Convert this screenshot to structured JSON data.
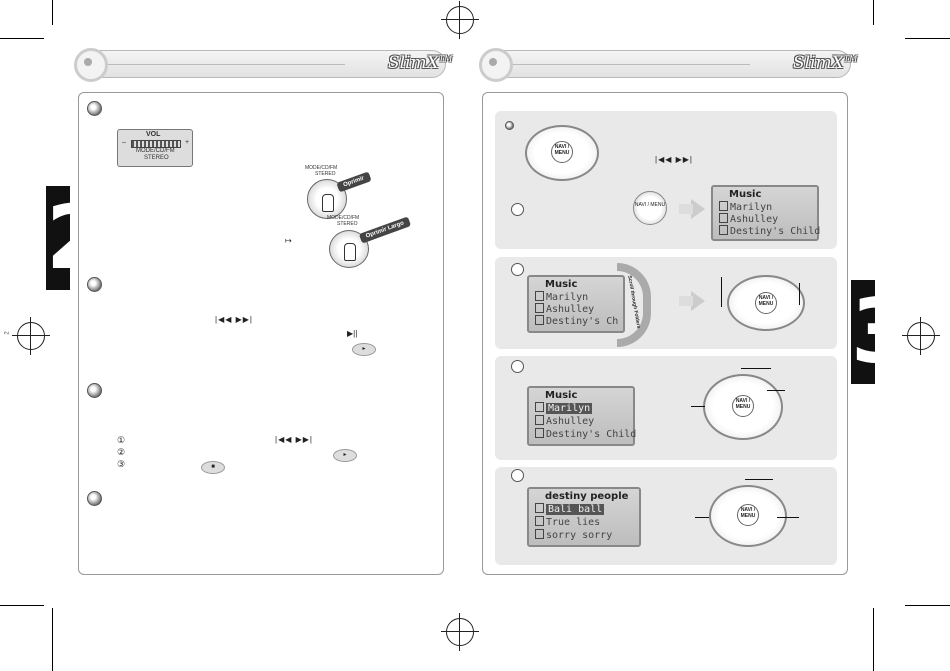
{
  "left_page": {
    "brand": "SlimX",
    "brand_tm": "TM",
    "chapter_number": "2",
    "volume_widget": {
      "title": "VOL",
      "minus": "–",
      "plus": "+",
      "label_line1": "MODE/CD/FM",
      "label_line2": "STEREO"
    },
    "mode_buttons": [
      {
        "label_line1": "MODE/CD/FM",
        "label_line2": "STEREO",
        "ribbon": "Oprimir"
      },
      {
        "label_line1": "MODE/CD/FM",
        "label_line2": "STEREO",
        "ribbon": "Oprimir Largo"
      }
    ],
    "range_glyph": "↦",
    "skip_symbols_1": "|◀◀ ▶▶|",
    "play_symbol": "▶||",
    "skip_symbols_2": "|◀◀ ▶▶|",
    "steps": [
      "①",
      "②",
      "③"
    ],
    "side_mark": "2"
  },
  "right_page": {
    "brand": "SlimX",
    "brand_tm": "TM",
    "chapter_number": "3",
    "nav_center_label": "NAVI / MENU",
    "skip_symbols": "|◀◀ ▶▶|",
    "scroll_ribbon": "Scroll through Folders",
    "screens": [
      {
        "title": "Music",
        "items": [
          "Marilyn",
          "Ashulley",
          "Destiny's Child"
        ],
        "selected": -1
      },
      {
        "title": "Music",
        "items": [
          "Marilyn",
          "Ashulley",
          "Destiny's Ch"
        ],
        "selected": -1
      },
      {
        "title": "Music",
        "items": [
          "Marilyn",
          "Ashulley",
          "Destiny's Child"
        ],
        "selected": 0
      },
      {
        "title": "destiny people",
        "items": [
          "Bali ball",
          "True lies",
          "sorry sorry"
        ],
        "selected": 0
      }
    ]
  }
}
